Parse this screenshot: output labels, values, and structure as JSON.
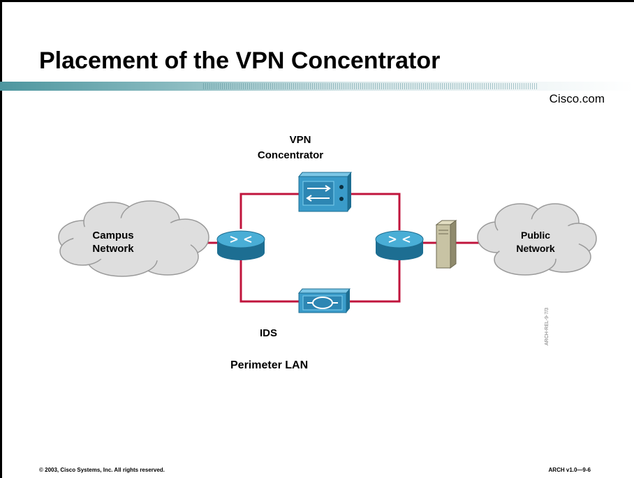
{
  "slide": {
    "title": "Placement of the VPN Concentrator",
    "brand": "Cisco.com",
    "footer_left": "© 2003, Cisco Systems, Inc. All rights reserved.",
    "footer_right": "ARCH v1.0—9-6",
    "side_code": "ARCH-REL-9-7/3"
  },
  "diagram": {
    "nodes": {
      "campus_cloud": {
        "line1": "Campus",
        "line2": "Network"
      },
      "public_cloud": {
        "line1": "Public",
        "line2": "Network"
      },
      "vpn_concentrator": {
        "line1": "VPN",
        "line2": "Concentrator"
      },
      "ids": {
        "label": "IDS"
      },
      "perimeter_lan": {
        "label": "Perimeter LAN"
      }
    },
    "colors": {
      "link": "#c0143c",
      "router": "#2a8fb8",
      "cloud": "#dedede",
      "server": "#c8c3a4",
      "header_teal": "#5a9ea6"
    }
  }
}
